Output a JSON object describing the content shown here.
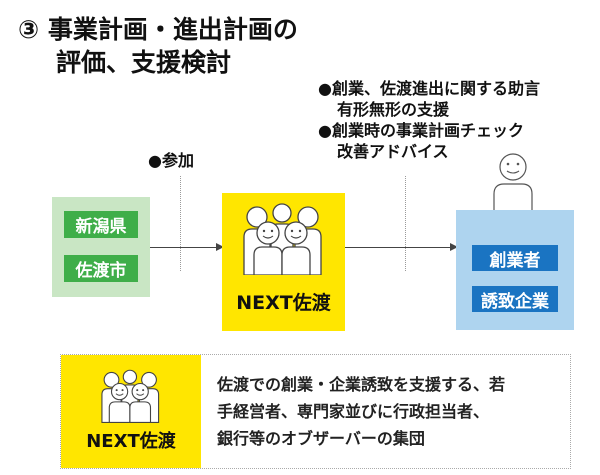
{
  "title": {
    "line1": "③ 事業計画・進出計画の",
    "line2": "評価、支援検討"
  },
  "support_bullets": [
    {
      "bullet": "●創業、佐渡進出に関する助言",
      "cont": "有形無形の支援"
    },
    {
      "bullet": "●創業時の事業計画チェック",
      "cont": "改善アドバイス"
    }
  ],
  "participation": "●参加",
  "left_group": {
    "items": [
      "新潟県",
      "佐渡市"
    ]
  },
  "center_group": {
    "label": "NEXT佐渡"
  },
  "right_group": {
    "items": [
      "創業者",
      "誘致企業"
    ]
  },
  "legend": {
    "label": "NEXT佐渡",
    "lines": [
      "佐渡での創業・企業誘致を支援する、若",
      "手経営者、専門家並びに行政担当者、",
      "銀行等のオブザーバーの集団"
    ]
  },
  "colors": {
    "green": "#3fae49",
    "yellow": "#ffe600",
    "blue": "#1a74c2",
    "light_blue": "#aed4ef",
    "light_green": "#c9e6c4"
  },
  "icons": {
    "group": "people-group-icon",
    "person": "person-icon"
  }
}
